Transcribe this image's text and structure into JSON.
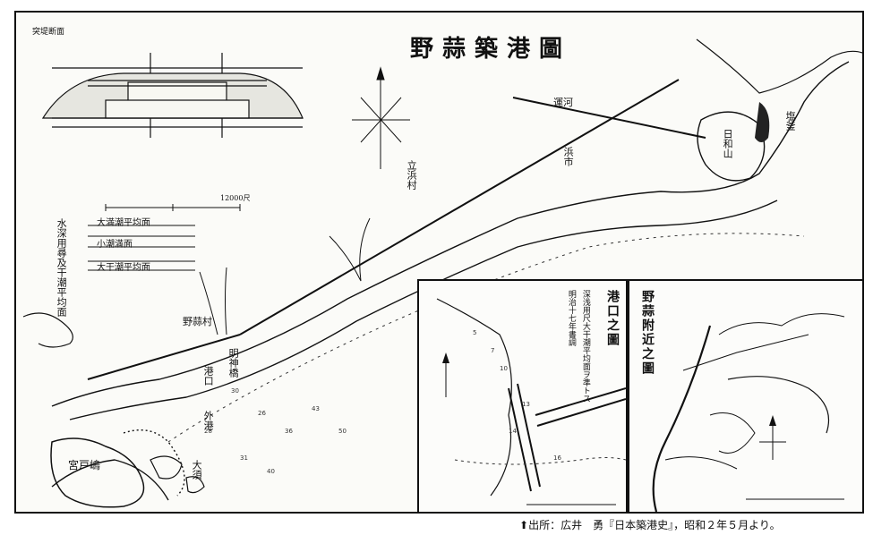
{
  "map": {
    "title": "野蒜築港圖",
    "cross_section_title": "突堤断面",
    "places": {
      "nobiru_village": "野蒜村",
      "hiyori_yama": "日和山",
      "tatehama_village": "立浜村",
      "shiogama": "塩釜",
      "miyato_island": "宮戸嶋",
      "port_mouth": "港口",
      "outer_port": "外港",
      "oyama": "大須",
      "hamaichi": "浜市",
      "canal": "運河",
      "bridge": "明神橋"
    },
    "legend": {
      "vertical_title": "水深用尋及干潮平均面",
      "item1": "大満潮平均面",
      "item2": "小潮満面",
      "item3": "大干潮平均面"
    },
    "scale_label": "12000尺"
  },
  "inset_port": {
    "title": "港口之圖",
    "subtitle": "深浅用尺大干潮平均面ヲ準トス",
    "date": "明治十七年書調"
  },
  "inset_vicinity": {
    "title": "野蒜附近之圖"
  },
  "caption": "出所：広井　勇『日本築港史』，昭和２年５月より。",
  "caption_icon": "up-arrow-icon"
}
